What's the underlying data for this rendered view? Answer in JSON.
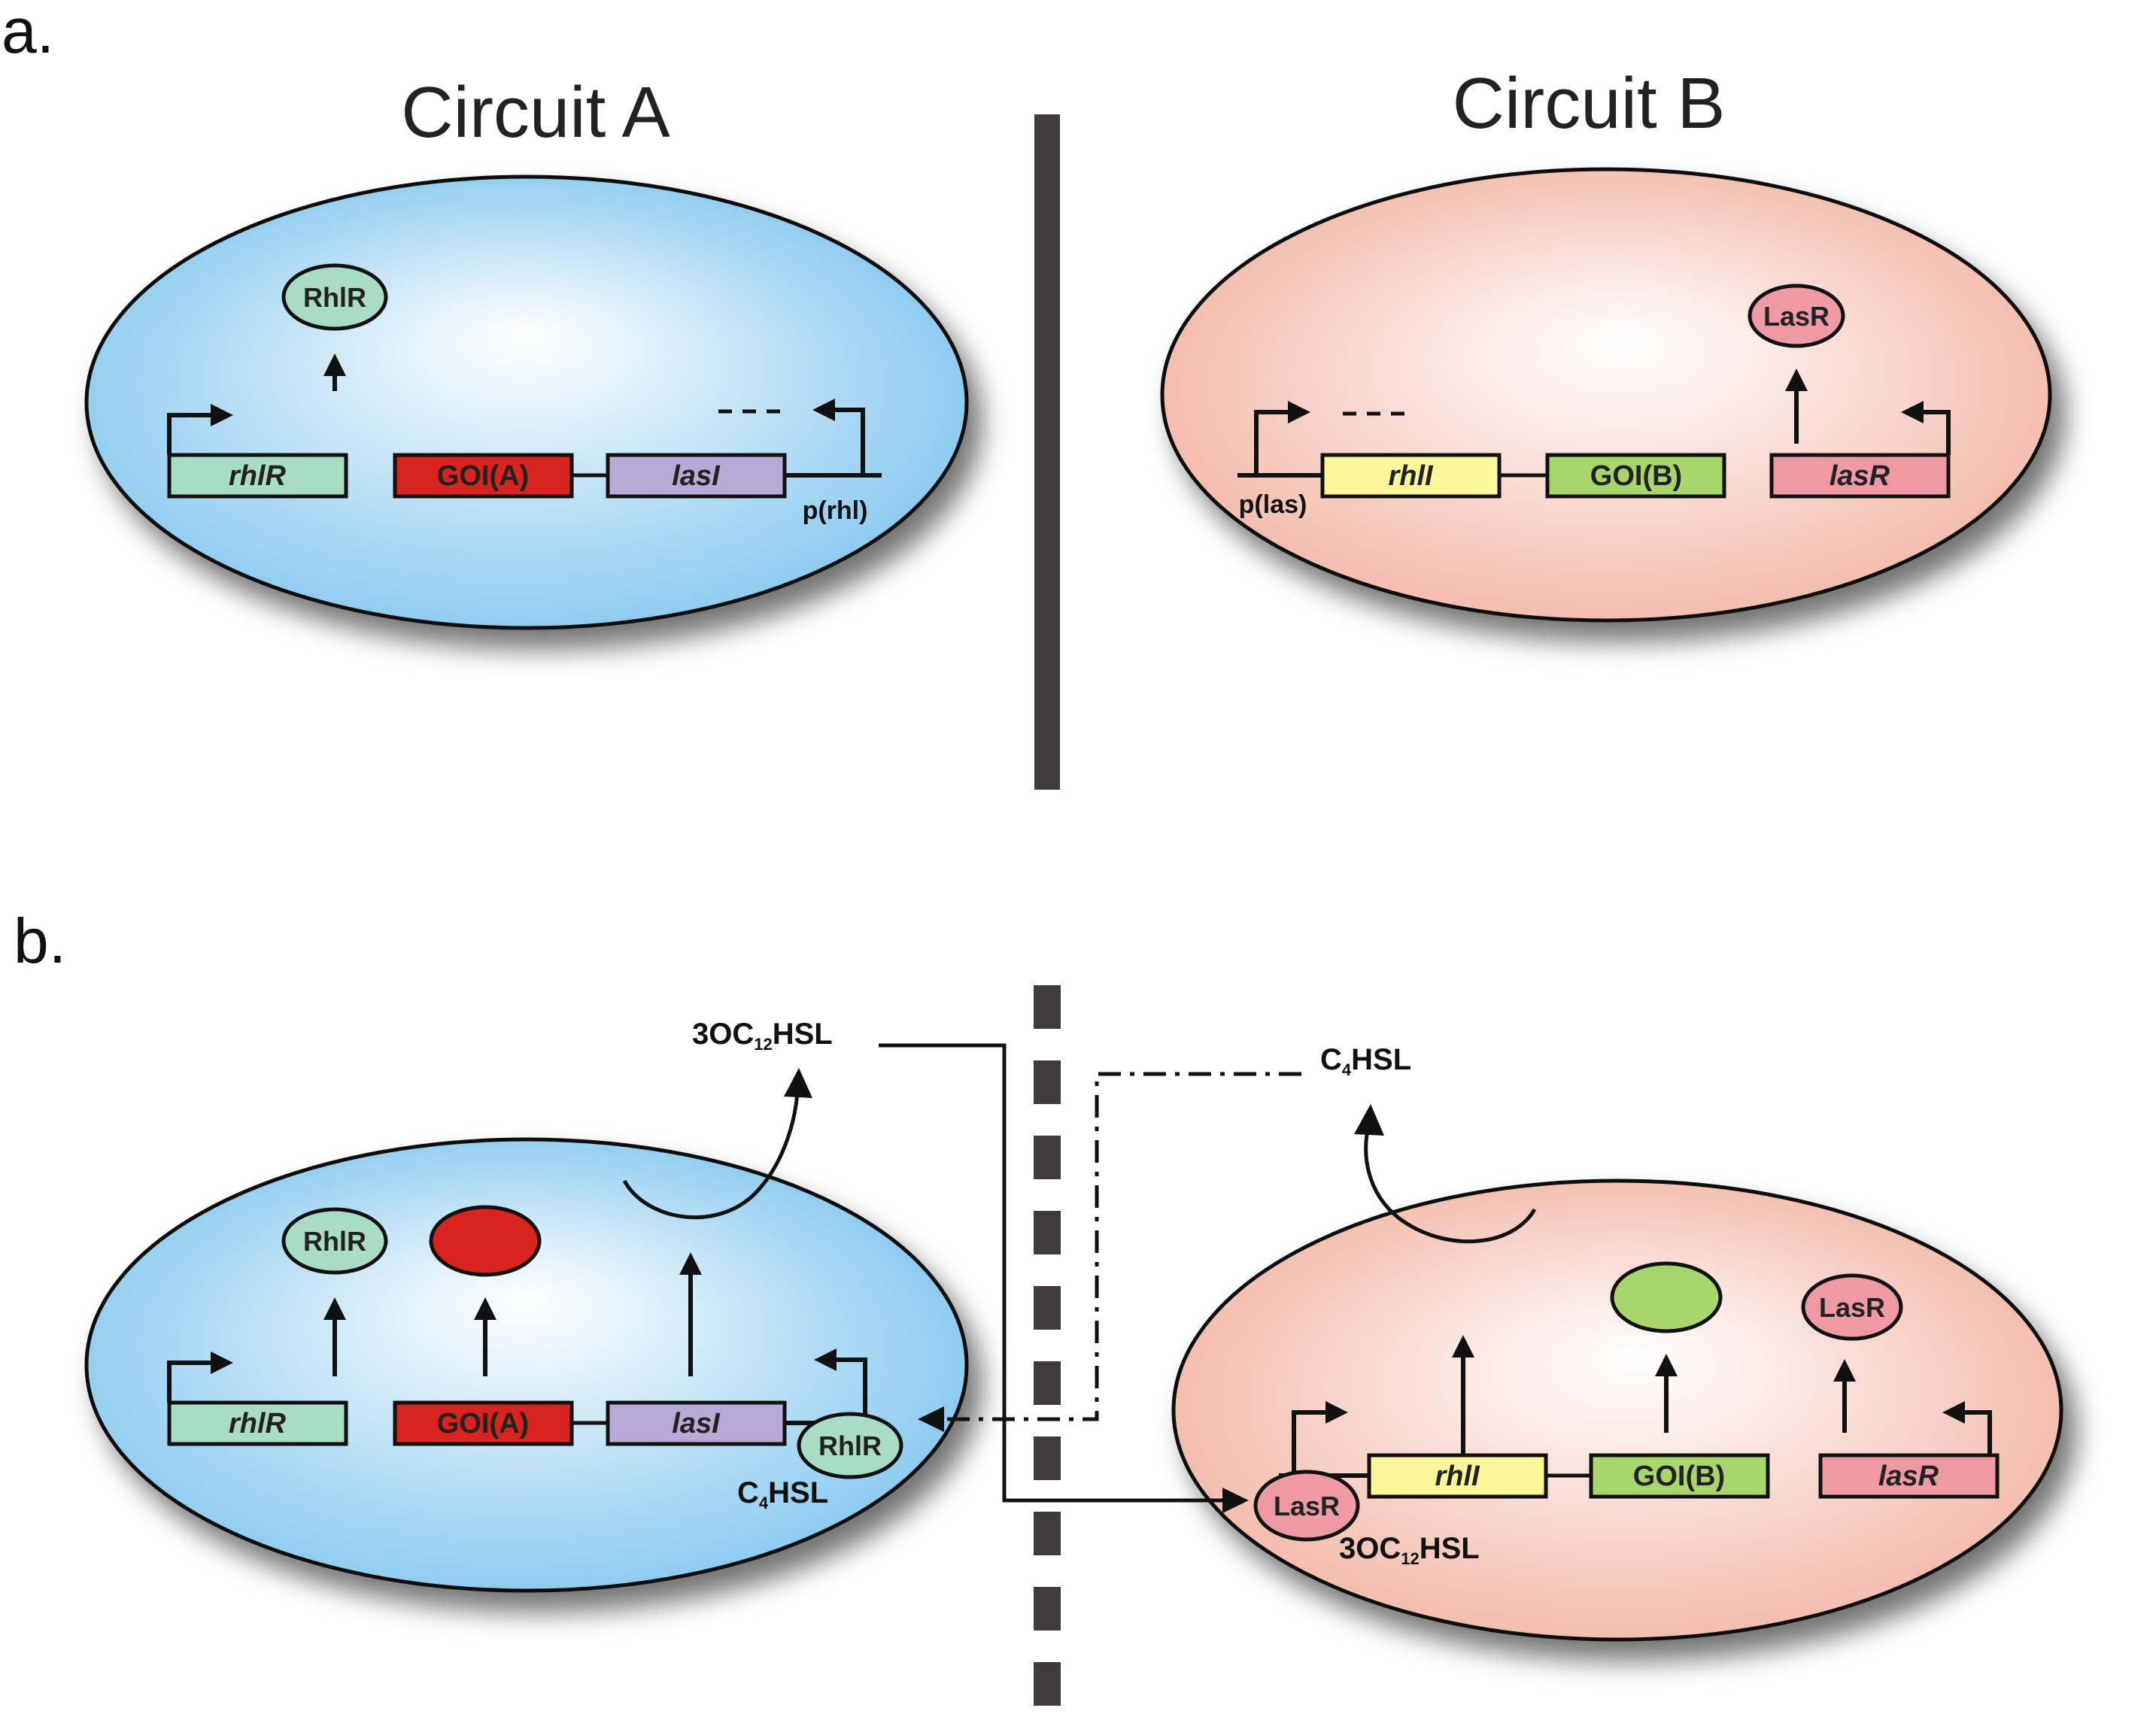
{
  "panels": {
    "a": "a.",
    "b": "b."
  },
  "circuits": {
    "a_title": "Circuit A",
    "b_title": "Circuit B"
  },
  "genes": {
    "rhlR": "rhlR",
    "goiA": "GOI(A)",
    "lasI": "lasI",
    "rhlI": "rhlI",
    "goiB": "GOI(B)",
    "lasR": "lasR"
  },
  "proteins": {
    "RhlR": "RhlR",
    "LasR": "LasR"
  },
  "promoters": {
    "p_rhl": "p(rhl)",
    "p_las": "p(las)"
  },
  "signals": {
    "oc12_prefix": "3OC",
    "oc12_sub": "12",
    "oc12_suffix": "HSL",
    "c4_prefix": "C",
    "c4_sub": "4",
    "c4_suffix": "HSL"
  },
  "colors": {
    "cell_a": "#86c8ef",
    "cell_b": "#f2b6a6",
    "rhlR_box": "#a8dcc4",
    "goiA_box": "#d8231f",
    "lasI_box": "#b8a9d6",
    "rhlI_box": "#fbf79a",
    "goiB_box": "#a9d66c",
    "lasR_box": "#ee99a3",
    "divider": "#3d3b3b"
  }
}
